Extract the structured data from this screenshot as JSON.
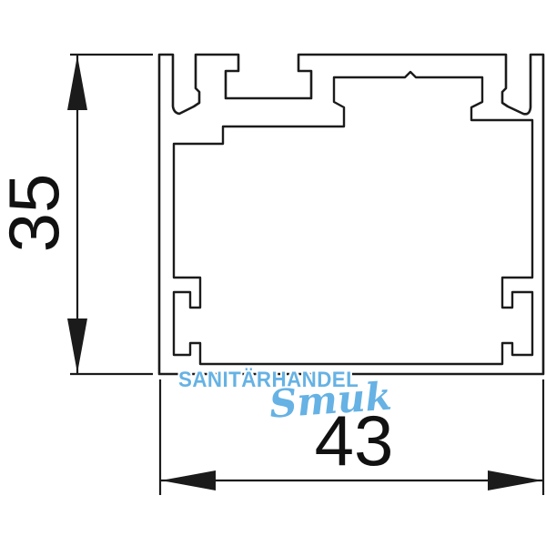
{
  "drawing": {
    "type": "extrusion-profile-cross-section",
    "height_dimension": {
      "value": "35"
    },
    "width_dimension": {
      "value": "43"
    }
  },
  "watermark": {
    "line1": "SANITÄRHANDEL",
    "line2": "Smuk",
    "color": "#66b2e4"
  },
  "colors": {
    "line": "#1b1b1b",
    "dimension_text": "#111111",
    "background": "#ffffff"
  }
}
